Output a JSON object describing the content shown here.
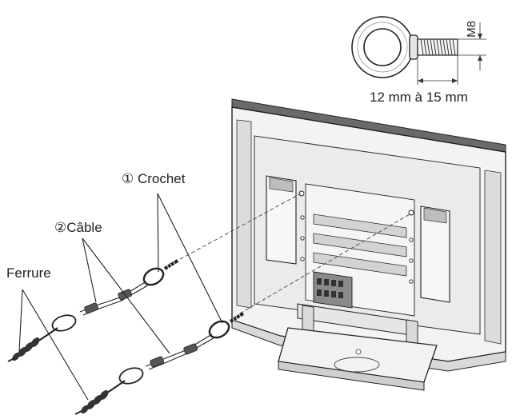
{
  "labels": {
    "dimension": "12 mm à 15 mm",
    "thread": "M8",
    "hook": "① Crochet",
    "cable": "②Câble",
    "bracket": "Ferrure"
  },
  "colors": {
    "ink": "#222222",
    "panel_dark": "#555555",
    "panel_mid": "#bdbdbd",
    "panel_light": "#f2f2f2"
  }
}
